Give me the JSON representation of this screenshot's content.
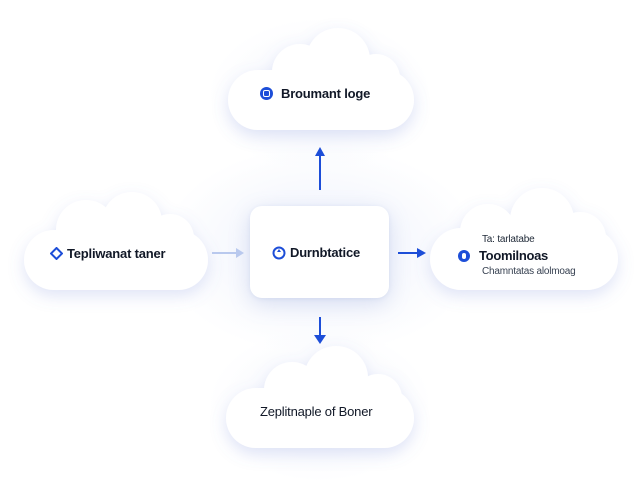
{
  "nodes": {
    "top": {
      "label": "Broumant loge",
      "icon": "box-icon"
    },
    "left": {
      "label": "Tepliwanat taner",
      "icon": "diamond-icon"
    },
    "center": {
      "label": "Durnbtatice",
      "icon": "cycle-icon"
    },
    "right": {
      "small": "Ta: tarlatabe",
      "label": "Toomilnoas",
      "sub": "Chamntatas alolmoag",
      "icon": "dot-icon"
    },
    "bottom": {
      "label": "Zeplitnaple of Boner"
    }
  },
  "colors": {
    "accent": "#1d4ed8",
    "arrow_light": "#b9c9ee",
    "node_bg": "#ffffff"
  }
}
